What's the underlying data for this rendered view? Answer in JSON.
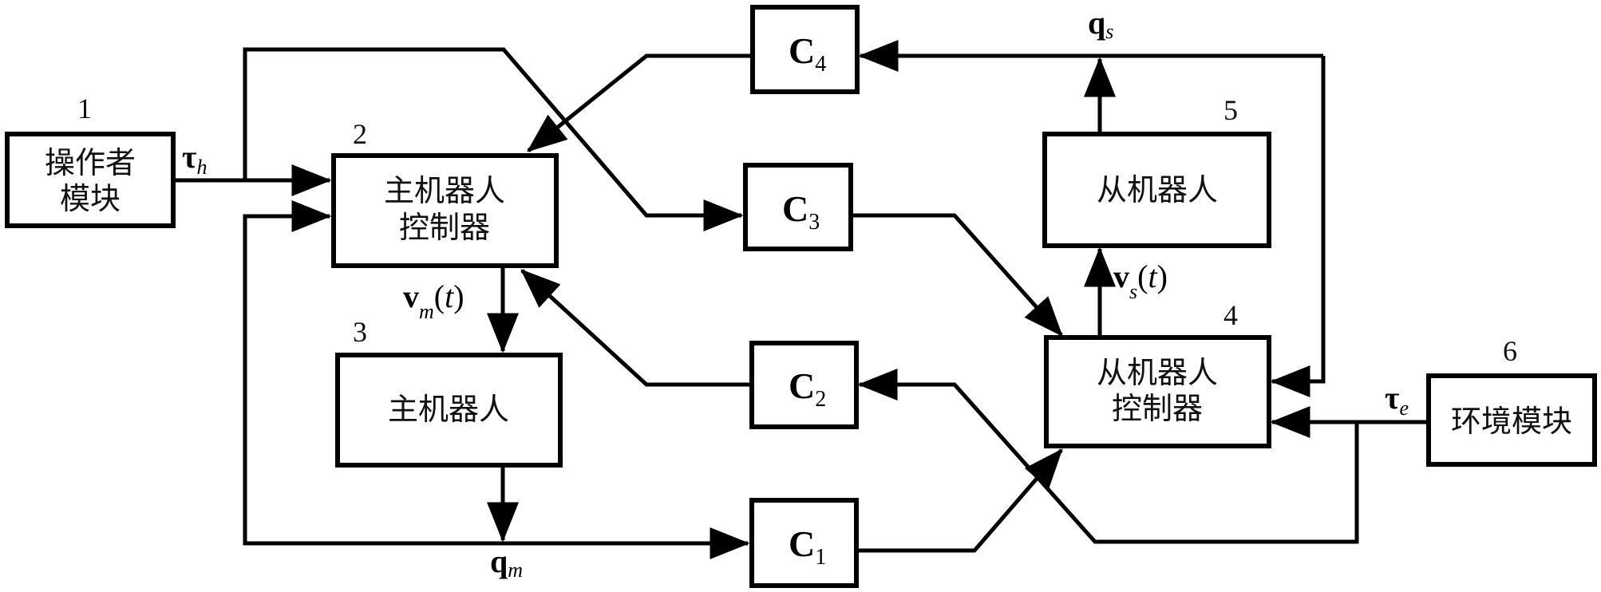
{
  "diagram": {
    "type": "block-diagram",
    "blocks": [
      {
        "id": "operator",
        "number": "1",
        "lines": [
          "操作者",
          "模块"
        ]
      },
      {
        "id": "master-controller",
        "number": "2",
        "lines": [
          "主机器人",
          "控制器"
        ]
      },
      {
        "id": "master-robot",
        "number": "3",
        "lines": [
          "主机器人"
        ]
      },
      {
        "id": "slave-controller",
        "number": "4",
        "lines": [
          "从机器人",
          "控制器"
        ]
      },
      {
        "id": "slave-robot",
        "number": "5",
        "lines": [
          "从机器人"
        ]
      },
      {
        "id": "environment",
        "number": "6",
        "lines": [
          "环境模块"
        ]
      }
    ],
    "channels": [
      {
        "id": "c1",
        "label": "C",
        "sub": "1"
      },
      {
        "id": "c2",
        "label": "C",
        "sub": "2"
      },
      {
        "id": "c3",
        "label": "C",
        "sub": "3"
      },
      {
        "id": "c4",
        "label": "C",
        "sub": "4"
      }
    ],
    "signals": {
      "tau_h": {
        "sym": "τ",
        "sub": "h"
      },
      "tau_e": {
        "sym": "τ",
        "sub": "e"
      },
      "v_m": {
        "sym": "v",
        "sub": "m",
        "arg": "t"
      },
      "v_s": {
        "sym": "v",
        "sub": "s",
        "arg": "t"
      },
      "q_m": {
        "sym": "q",
        "sub": "m"
      },
      "q_s": {
        "sym": "q",
        "sub": "s"
      }
    },
    "connections": [
      {
        "from": "operator",
        "to": "master-controller",
        "signal": "tau_h"
      },
      {
        "from": "operator",
        "to": "c3",
        "signal": "tau_h"
      },
      {
        "from": "master-controller",
        "to": "master-robot",
        "signal": "v_m"
      },
      {
        "from": "master-robot",
        "to": "c1",
        "signal": "q_m"
      },
      {
        "from": "master-robot",
        "to": "master-controller",
        "signal": "q_m"
      },
      {
        "from": "c1",
        "to": "slave-controller"
      },
      {
        "from": "c3",
        "to": "slave-controller"
      },
      {
        "from": "slave-controller",
        "to": "slave-robot",
        "signal": "v_s"
      },
      {
        "from": "slave-robot",
        "to": "c4",
        "signal": "q_s"
      },
      {
        "from": "slave-robot",
        "to": "slave-controller",
        "signal": "q_s"
      },
      {
        "from": "c4",
        "to": "master-controller"
      },
      {
        "from": "environment",
        "to": "slave-controller",
        "signal": "tau_e"
      },
      {
        "from": "environment",
        "to": "c2",
        "signal": "tau_e"
      },
      {
        "from": "c2",
        "to": "master-controller"
      }
    ]
  }
}
